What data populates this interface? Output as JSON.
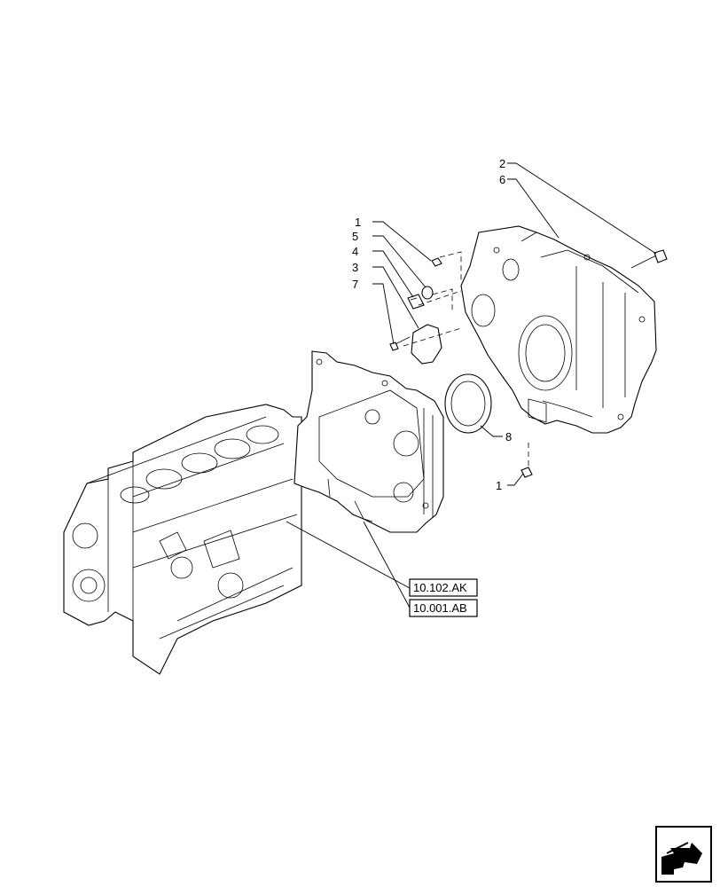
{
  "callouts": {
    "c1_top": "1",
    "c2": "2",
    "c3": "3",
    "c4": "4",
    "c5": "5",
    "c6": "6",
    "c7": "7",
    "c8": "8",
    "c1_bottom": "1"
  },
  "references": {
    "ref_cover": "10.102.AK",
    "ref_block": "10.001.AB"
  },
  "navigation": {
    "icon": "previous-page-arrow-icon"
  }
}
